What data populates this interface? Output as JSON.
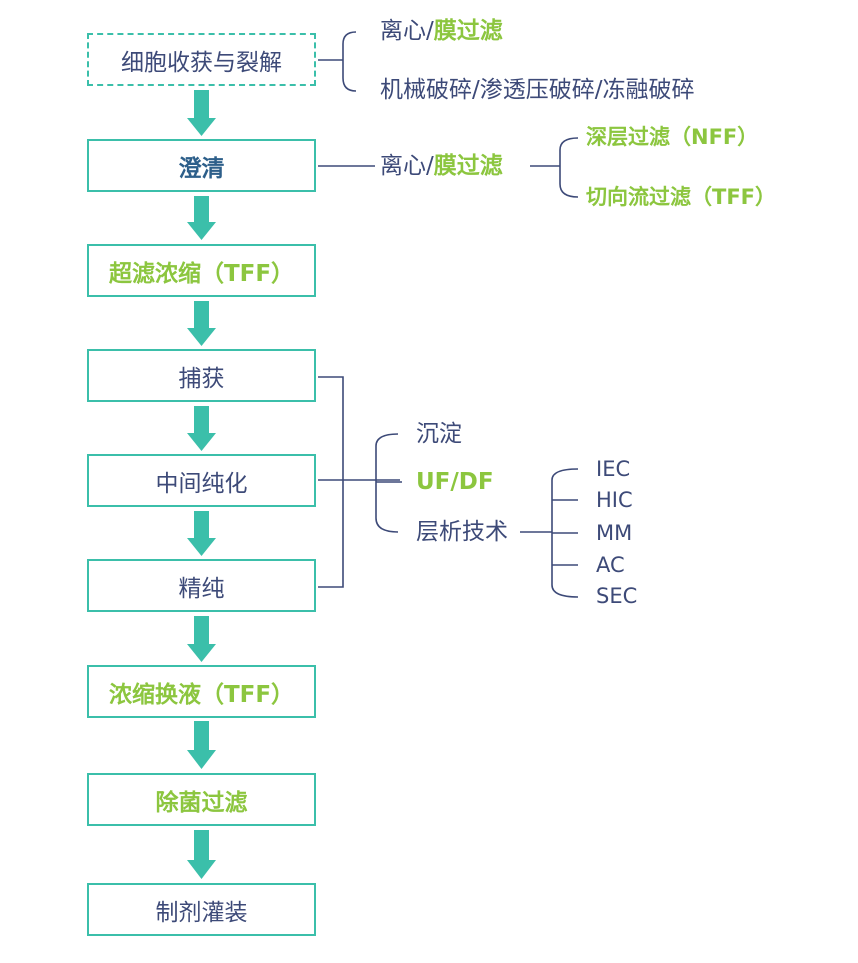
{
  "steps": {
    "s1": "细胞收获与裂解",
    "s2": "澄清",
    "s3": "超滤浓缩（TFF）",
    "s4": "捕获",
    "s5": "中间纯化",
    "s6": "精纯",
    "s7": "浓缩换液（TFF）",
    "s8": "除菌过滤",
    "s9": "制剂灌装"
  },
  "annotations": {
    "harvest_a1": "离心/",
    "harvest_a2": "膜过滤",
    "harvest_b": "机械破碎/渗透压破碎/冻融破碎",
    "clar_a1": "离心/",
    "clar_a2": "膜过滤",
    "clar_nff": "深层过滤（NFF）",
    "clar_tff": "切向流过滤（TFF）",
    "pur_precip": "沉淀",
    "pur_ufdf": "UF/DF",
    "pur_chrom": "层析技术",
    "chrom_iec": "IEC",
    "chrom_hic": "HIC",
    "chrom_mm": "MM",
    "chrom_ac": "AC",
    "chrom_sec": "SEC"
  },
  "colors": {
    "flow_arrow": "#3bbfaa",
    "connector": "#3d4a78",
    "highlight_green": "#8cc63f",
    "text_main": "#3d4a78"
  }
}
